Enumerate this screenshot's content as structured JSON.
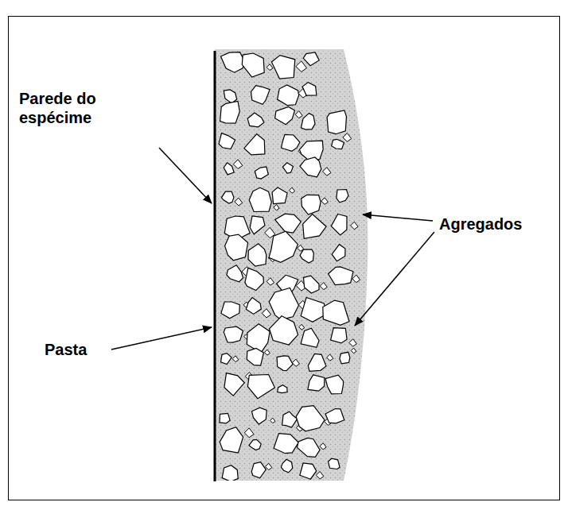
{
  "diagram": {
    "labels": [
      "Parede do espécime",
      "Agregados",
      "Pasta"
    ]
  }
}
